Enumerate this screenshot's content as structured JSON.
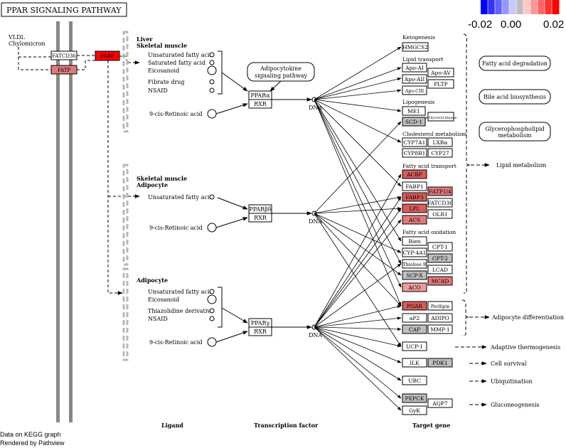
{
  "title": "PPAR SIGNALING PATHWAY",
  "legend": {
    "ticks": [
      "-0.02",
      "0.00",
      "0.02"
    ],
    "colors": [
      "#0000ff",
      "#3232ff",
      "#6464ff",
      "#9696ff",
      "#c8c8ff",
      "#bebebe",
      "#ffc8c8",
      "#ff9696",
      "#ff6464",
      "#ff3232",
      "#ff0000"
    ]
  },
  "colors": {
    "gray": "#bebebe",
    "red": "#ff0000",
    "lightred": "#e07a7a",
    "midred": "#d85c5c",
    "paleRed": "#ec9a9a",
    "white": "#ffffff",
    "membrane": "#888888",
    "line": "#000000",
    "dashline": "#b9b9b9"
  },
  "left": {
    "vldl": "VLDL",
    "chylo": "Chylomicron",
    "fatcd36": "FATCD36",
    "fatp": "FATP",
    "fabp": "FABP"
  },
  "sections": {
    "s1_title1": "Liver",
    "s1_title2": "Skeletal muscle",
    "s1_items": [
      "Unsaturated fatty acid",
      "Saturated fatty acid",
      "Eicosanoid",
      "Fibrate drug",
      "NSAID"
    ],
    "s1_retinoic": "9-cis-Retinoic acid",
    "adipocytokine1": "Adipocytokine",
    "adipocytokine2": "signaling pathway",
    "s2_title1": "Skeletal muscle",
    "s2_title2": "Adipocyte",
    "s2_items": [
      "Unsaturated fatty acid"
    ],
    "s2_retinoic": "9-cis-Retinoic acid",
    "s3_title": "Adipocyte",
    "s3_items": [
      "Unsaturated fatty acid",
      "Eicosanoid",
      "Thiazolidine derivative",
      "NSAID"
    ],
    "s3_retinoic": "9-cis-Retinoic acid"
  },
  "tf": {
    "ppara": "PPARα",
    "rxr1": "RXR",
    "pparbd": "PPARβδ",
    "rxr2": "RXR",
    "pparg": "PPARγ",
    "rxr3": "RXR",
    "dna": "DNA"
  },
  "targets": {
    "ketogenesis": "Ketogenesis",
    "hmgcs2": "HMGCS2",
    "lipid_transport": "Lipid transport",
    "apoa1": "Apo-AI",
    "apoa2": "Apo-AII",
    "apoav": "Apo-AV",
    "apoc3": "Apo-CIII",
    "pltp": "PLTP",
    "lipogenesis": "Lipogenesis",
    "me1": "ME1",
    "scd1": "SCD-1",
    "glycerol": "Δ Glycerol kinase",
    "chol": "Cholesterol metabolism",
    "cyp7a1": "CYP7A1",
    "lxra": "LXRα",
    "cyp8b1": "CYP8B1",
    "cyp27": "CYP27",
    "fat_transport": "Fatty acid transport",
    "acbp": "ACBP",
    "fabp1": "FABP1",
    "fabp3": "FABP3",
    "fatp14": "FATP1/4",
    "lpl": "LPL",
    "fatcd36": "FATCD36",
    "acs": "ACS",
    "olr1": "OLR1",
    "fat_ox": "Fatty acid oxidation",
    "bien": "Bien",
    "cpt1": "CPT-1",
    "cyp4a1": "CYP-4A1",
    "cpt2": "CPT-2",
    "thiolase": "Thiolase B",
    "lcad": "LCAD",
    "scpx": "SCP-X",
    "mcad": "MCAD",
    "aco": "ACO",
    "pgar": "PGAR",
    "perilipin": "Perilipin",
    "ap2": "aP2",
    "adipo": "ADIPO",
    "cap": "CAP",
    "mmp1": "MMP-1",
    "ucp1": "UCP-1",
    "ilk": "ILK",
    "pdk1": "PDK1",
    "ubc": "UBC",
    "pepck": "PEPCK",
    "aqp7": "AQP7",
    "gyk": "GyK"
  },
  "outcomes": {
    "fa_degradation": "Fatty acid degradation",
    "bile": "Bile acid biosynthesis",
    "glycero1": "Glycerophospholipid",
    "glycero2": "metabolism",
    "lipid_metabolism": "Lipid metabolism",
    "adipocyte_diff": "Adipocyte differentiation",
    "adaptive": "Adaptive thermogenesis",
    "cell_survival": "Cell survival",
    "ubiquitination": "Ubiquitination",
    "gluconeogenesis": "Gluconeogenesis"
  },
  "footer": {
    "ligand": "Ligand",
    "tf": "Transcription factor",
    "target": "Target gene",
    "credit1": "Data on KEGG graph",
    "credit2": "Rendered by Pathview"
  }
}
